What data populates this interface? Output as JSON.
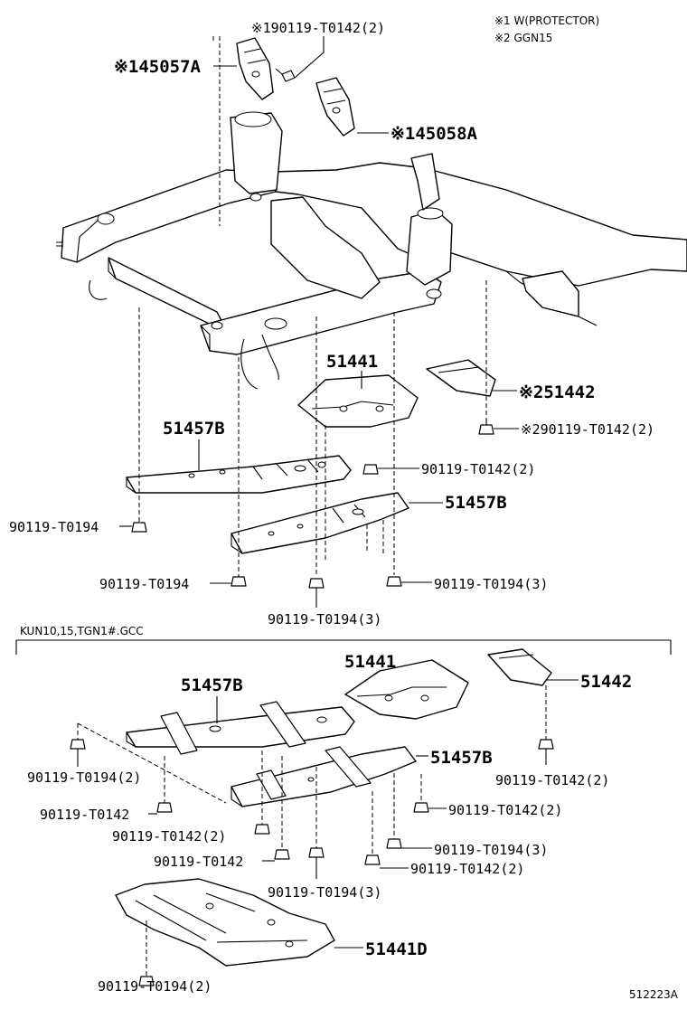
{
  "notes": {
    "note1": "※1 W(PROTECTOR)",
    "note2": "※2 GGN15"
  },
  "upper": {
    "lbl_bolt_top": "※190119-T0142(2)",
    "lbl_45057a": "※145057A",
    "lbl_45058a": "※145058A",
    "lbl_51441": "51441",
    "lbl_51442": "※251442",
    "lbl_bolt_51442": "※290119-T0142(2)",
    "lbl_51457b_a": "51457B",
    "lbl_bolt_mid": "90119-T0142(2)",
    "lbl_51457b_b": "51457B",
    "lbl_t0194_left": "90119-T0194",
    "lbl_t0194_center": "90119-T0194",
    "lbl_t0194_right": "90119-T0194(3)",
    "lbl_t0194_bottom": "90119-T0194(3)"
  },
  "section_caption": "KUN10,15,TGN1#.GCC",
  "lower": {
    "lbl_51441": "51441",
    "lbl_51442": "51442",
    "lbl_51457b_a": "51457B",
    "lbl_51457b_b": "51457B",
    "lbl_t0194_2_left": "90119-T0194(2)",
    "lbl_t0142_right": "90119-T0142(2)",
    "lbl_t0142_left": "90119-T0142",
    "lbl_t0142_mid": "90119-T0142(2)",
    "lbl_t0142_right2": "90119-T0142(2)",
    "lbl_t0142_center": "90119-T0142",
    "lbl_t0194_3_right": "90119-T0194(3)",
    "lbl_t0142_2_right3": "90119-T0142(2)",
    "lbl_t0194_3_center": "90119-T0194(3)",
    "lbl_51441d": "51441D",
    "lbl_t0194_2_bottom": "90119-T0194(2)"
  },
  "figure_code": "512223A"
}
